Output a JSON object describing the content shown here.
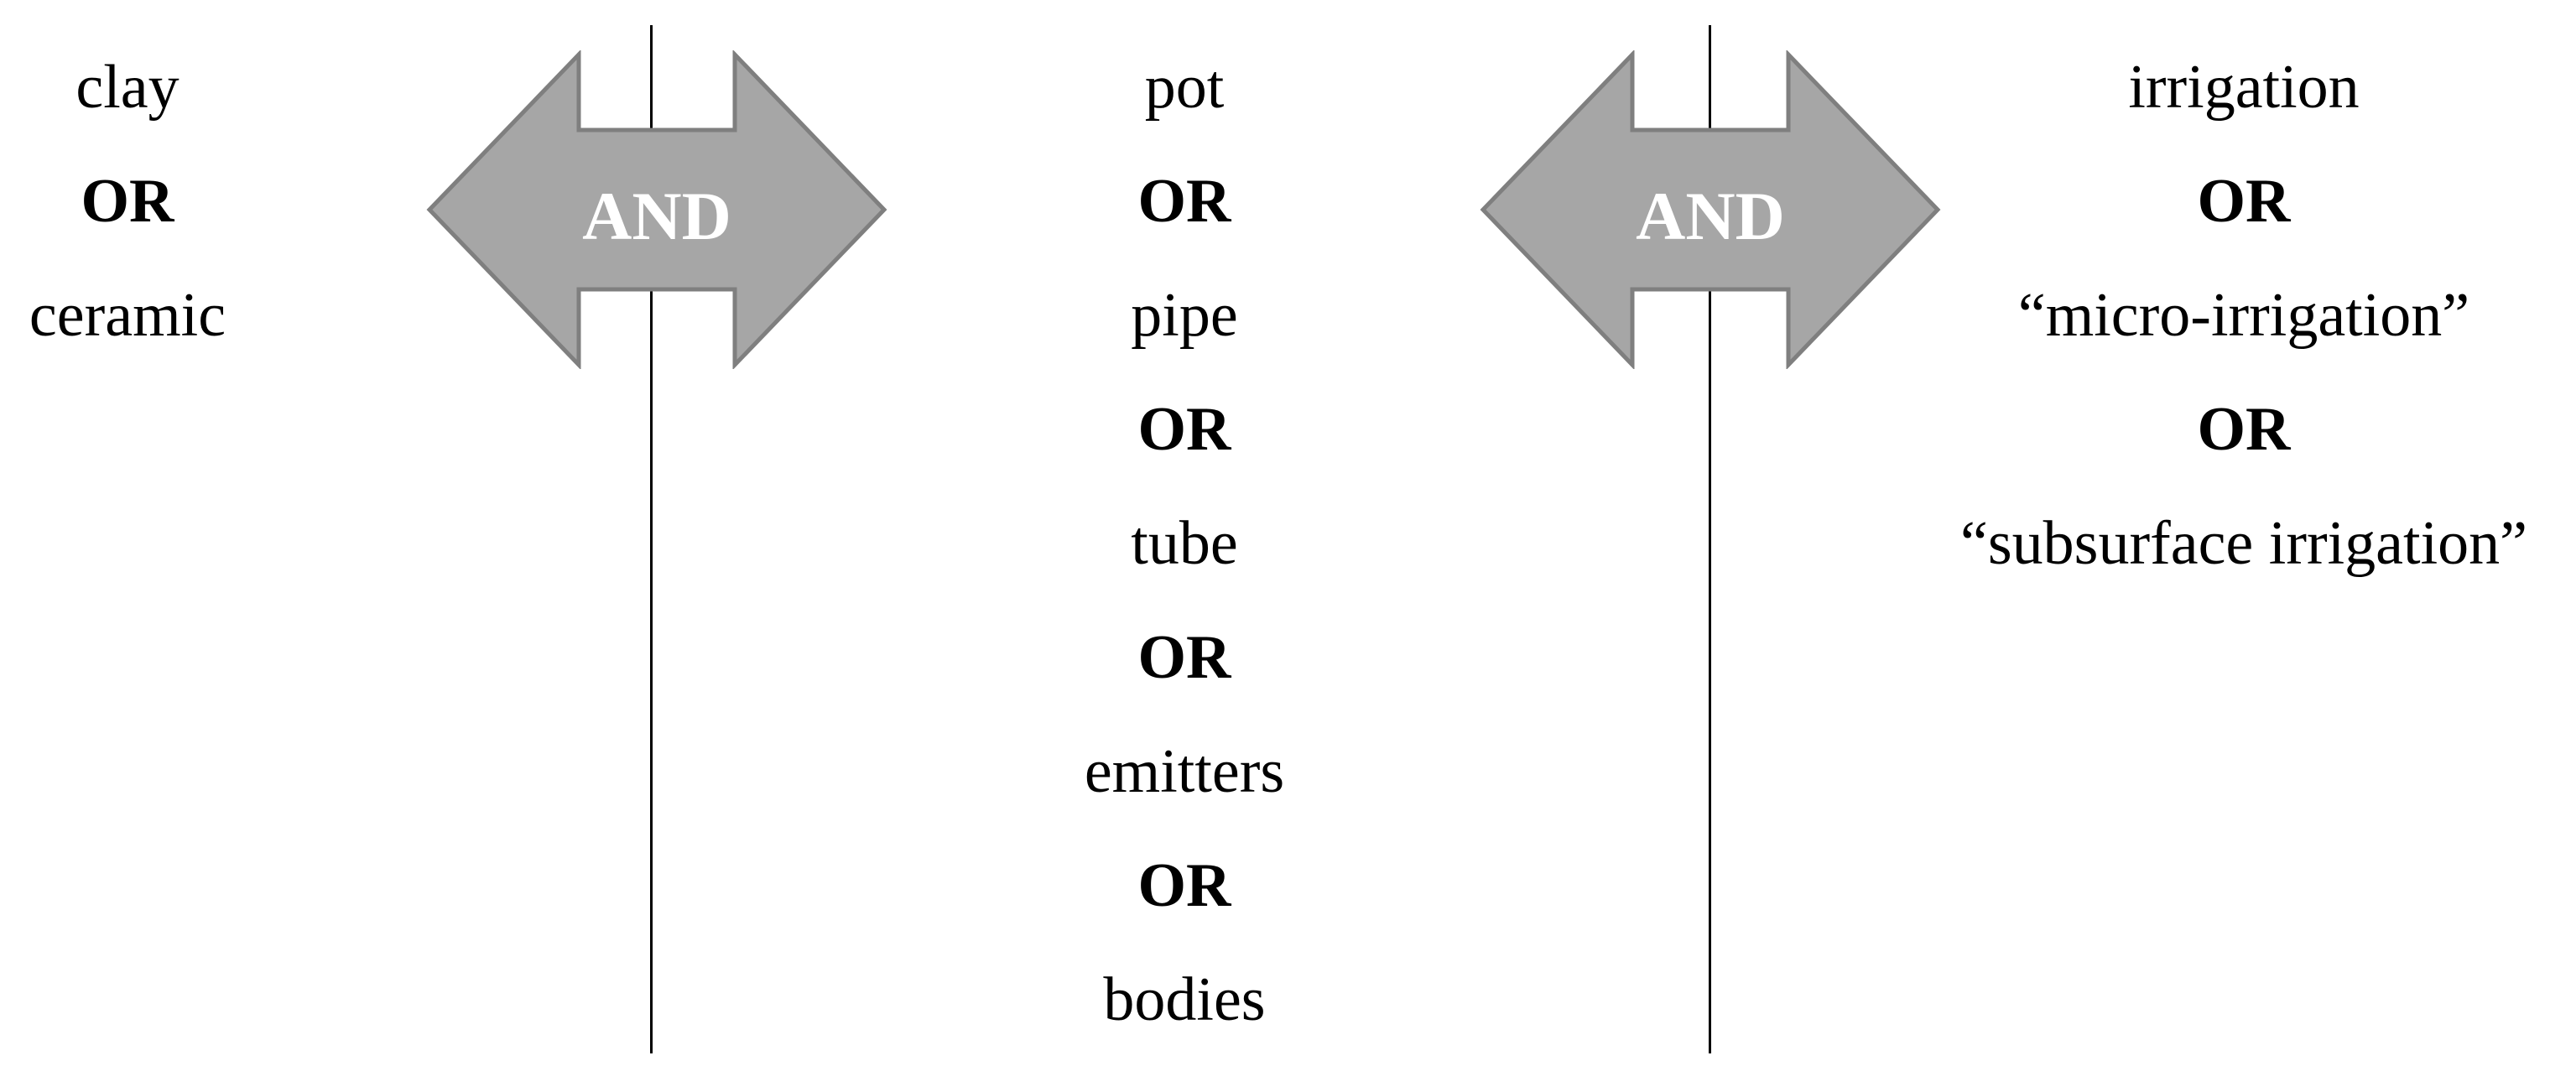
{
  "columns": [
    {
      "terms": [
        "clay",
        "OR",
        "ceramic"
      ]
    },
    {
      "terms": [
        "pot",
        "OR",
        "pipe",
        "OR",
        "tube",
        "OR",
        "emitters",
        "OR",
        "bodies"
      ]
    },
    {
      "terms": [
        "irrigation",
        "OR",
        "“micro-irrigation”",
        "OR",
        "“subsurface irrigation”"
      ]
    }
  ],
  "connectors": [
    {
      "label": "AND"
    },
    {
      "label": "AND"
    }
  ],
  "colors": {
    "arrow_fill": "#a6a6a6",
    "arrow_stroke": "#7f7f7f",
    "text": "#000000",
    "connector_text": "#ffffff"
  }
}
